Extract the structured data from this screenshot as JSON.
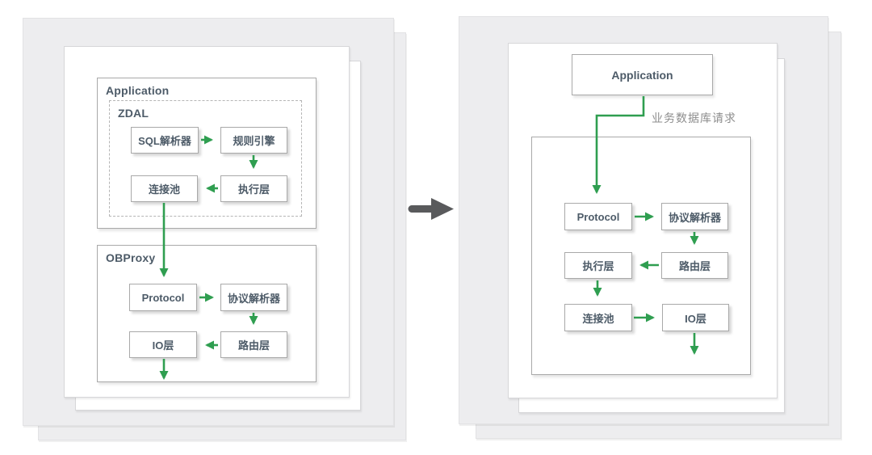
{
  "colors": {
    "arrow_green": "#2f9e50",
    "transform_arrow_gray": "#595a5c",
    "text_dark": "#4d5b68",
    "label_gray": "#8d8d8d",
    "box_border": "#a9a9a9",
    "sheet_bg": "#ededef",
    "page_bg": "#ffffff"
  },
  "left": {
    "application_label": "Application",
    "zdal_label": "ZDAL",
    "sql_parser": "SQL解析器",
    "rule_engine": "规则引擎",
    "connection_pool": "连接池",
    "execution_layer": "执行层",
    "obproxy_label": "OBProxy",
    "protocol": "Protocol",
    "protocol_parser": "协议解析器",
    "io_layer": "IO层",
    "routing_layer": "路由层"
  },
  "transform": {
    "icon": "transform-right-arrow-icon"
  },
  "right": {
    "application_label": "Application",
    "request_label": "业务数据库请求",
    "protocol": "Protocol",
    "protocol_parser": "协议解析器",
    "execution_layer": "执行层",
    "routing_layer": "路由层",
    "connection_pool": "连接池",
    "io_layer": "IO层"
  }
}
